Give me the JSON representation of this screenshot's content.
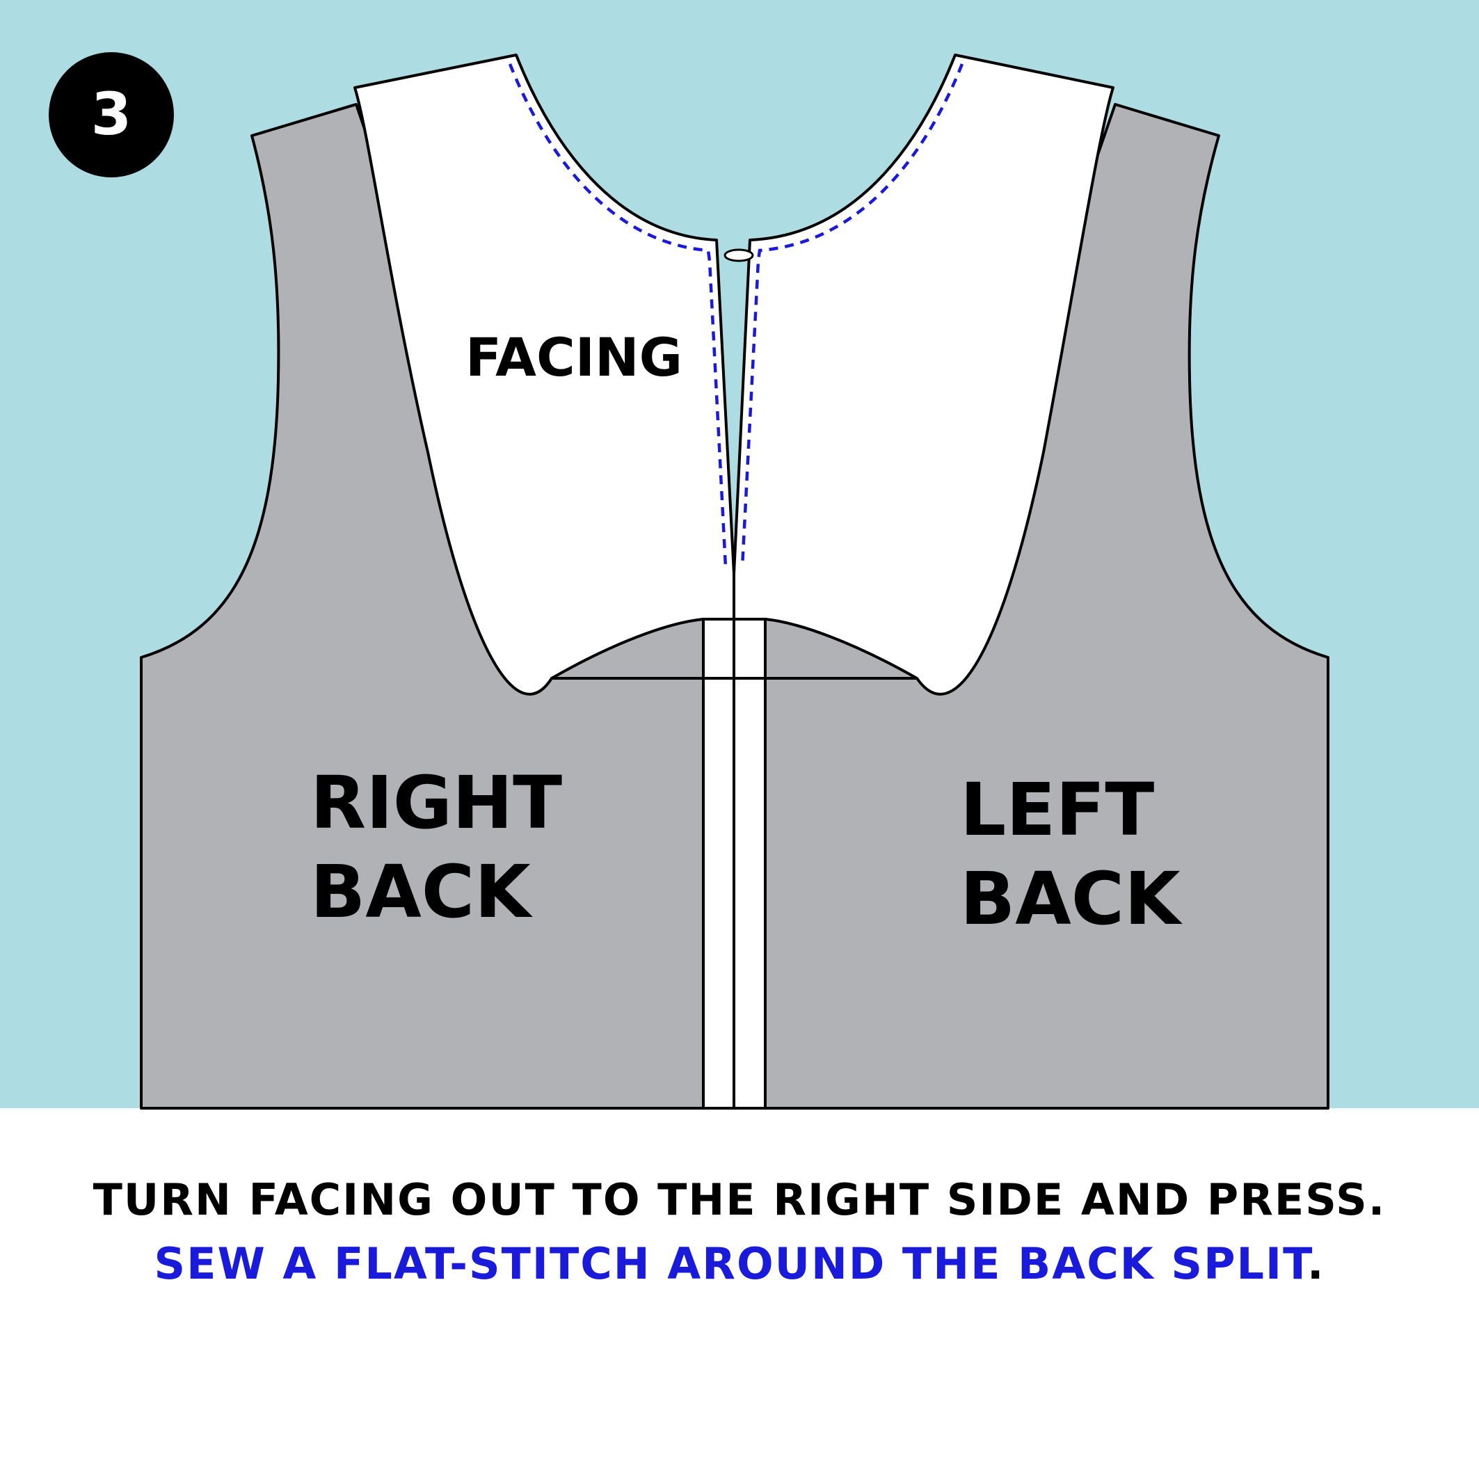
{
  "step": {
    "number": "3"
  },
  "labels": {
    "facing": "FACING",
    "right_back": [
      "RIGHT",
      "BACK"
    ],
    "left_back": [
      "LEFT",
      "BACK"
    ]
  },
  "instructions": {
    "line1": "TURN FACING OUT TO THE RIGHT SIDE AND PRESS.",
    "line2_blue": "SEW A FLAT-STITCH AROUND THE BACK SPLIT",
    "line2_end": "."
  },
  "colors": {
    "background_top": "#ADDDE2",
    "background_bottom": "#FFFFFF",
    "fabric": "#B0B2B6",
    "facing": "#FFFFFF",
    "outline": "#000000",
    "stitch": "#1A1ADB",
    "instruction_text": "#000000",
    "instruction_highlight": "#1A1ADB",
    "badge": "#000000",
    "badge_text": "#FFFFFF"
  }
}
